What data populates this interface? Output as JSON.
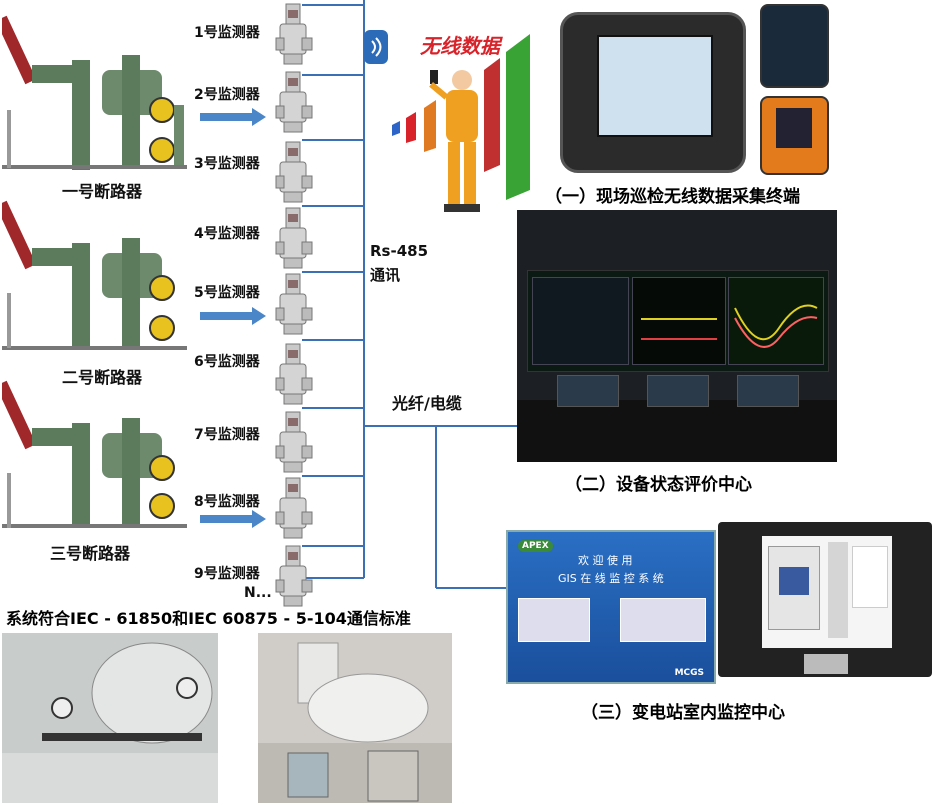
{
  "breakers": [
    "一号断路器",
    "二号断路器",
    "三号断路器"
  ],
  "monitors": [
    "1号监测器",
    "2号监测器",
    "3号监测器",
    "4号监测器",
    "5号监测器",
    "6号监测器",
    "7号监测器",
    "8号监测器",
    "9号监测器"
  ],
  "monitor_more": "N...",
  "bus_label_1": "Rs-485",
  "bus_label_2": "通讯",
  "link_label": "光纤/电缆",
  "wireless_label": "无线数据",
  "caption_1": "（一）现场巡检无线数据采集终端",
  "caption_2": "（二）设备状态评价中心",
  "caption_3": "（三）变电站室内监控中心",
  "standard_text": "系统符合IEC - 61850和IEC 60875 - 5-104通信标准",
  "gis": {
    "brand": "APEX",
    "welcome": "欢 迎 使 用",
    "system": "GIS 在 线 监 控 系 统",
    "footer": "MCGS"
  },
  "colors": {
    "bus": "#3b6fb6",
    "arrow": "#4a86c8",
    "breaker": "#5c7a5c",
    "insulator": "#a0282b"
  }
}
